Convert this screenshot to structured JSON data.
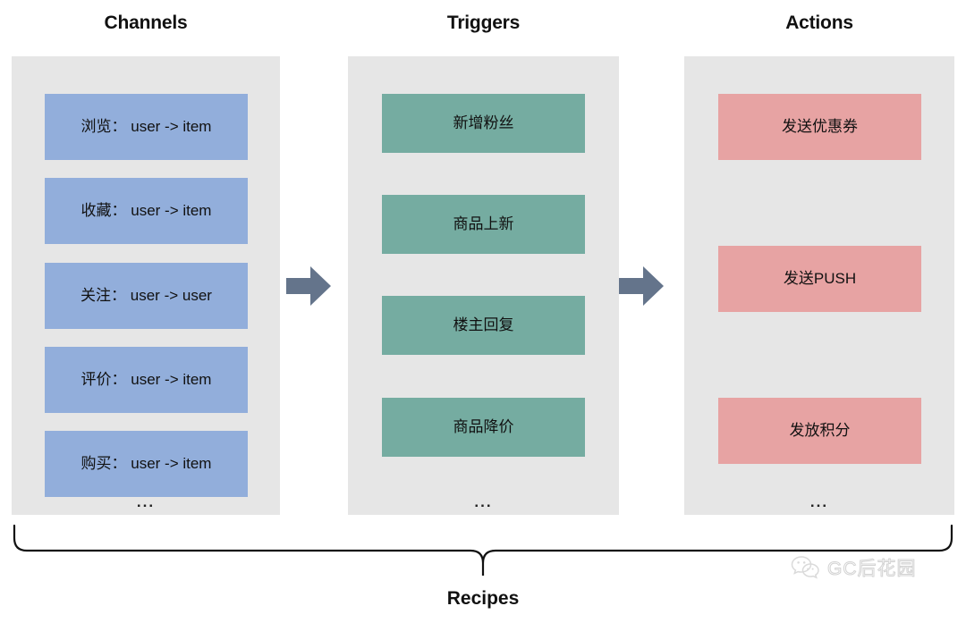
{
  "diagram": {
    "title_bottom": "Recipes",
    "colors": {
      "channel_box": "#92aedb",
      "trigger_box": "#75aca1",
      "action_box": "#e7a3a3",
      "panel_background": "#e6e6e6",
      "arrow": "#64748b",
      "text": "#111111"
    },
    "columns": [
      {
        "heading": "Channels",
        "items": [
          {
            "label": "浏览： user -> item"
          },
          {
            "label": "收藏： user -> item"
          },
          {
            "label": "关注： user -> user"
          },
          {
            "label": "评价： user -> item"
          },
          {
            "label": "购买： user -> item"
          }
        ],
        "more": "..."
      },
      {
        "heading": "Triggers",
        "items": [
          {
            "label": "新增粉丝"
          },
          {
            "label": "商品上新"
          },
          {
            "label": "楼主回复"
          },
          {
            "label": "商品降价"
          }
        ],
        "more": "..."
      },
      {
        "heading": "Actions",
        "items": [
          {
            "label": "发送优惠券"
          },
          {
            "label": "发送PUSH"
          },
          {
            "label": "发放积分"
          }
        ],
        "more": "..."
      }
    ],
    "arrows": [
      {
        "name": "arrow-channels-to-triggers"
      },
      {
        "name": "arrow-triggers-to-actions"
      }
    ],
    "watermark": {
      "text": "GC后花园"
    }
  }
}
